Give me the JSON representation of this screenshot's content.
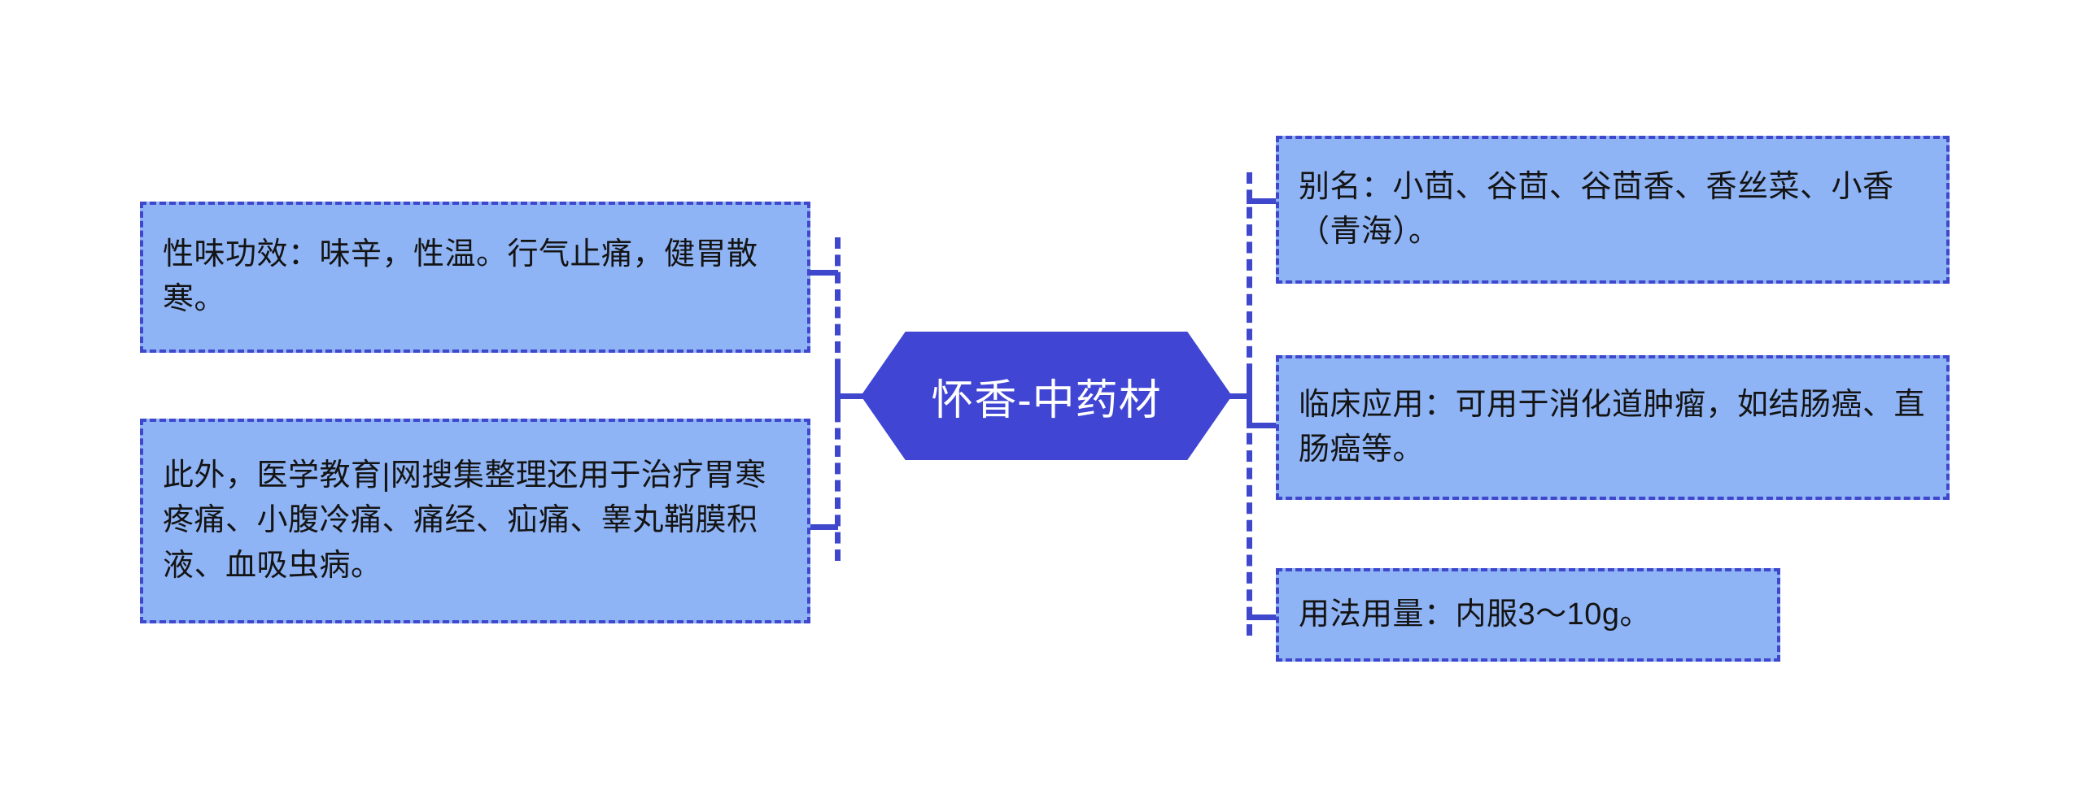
{
  "diagram": {
    "type": "mind-map",
    "center": {
      "label": "怀香-中药材",
      "shape": "hexagon",
      "fill": "#4046D3",
      "text_color": "#ffffff"
    },
    "style": {
      "node_fill": "#8FB4F5",
      "node_border": "#3F47CD",
      "connector_color": "#3F47CD",
      "connector_style": "dashed",
      "background": "#ffffff",
      "text_color": "#141414"
    },
    "branches": {
      "left": [
        {
          "id": "xingwei-gongxiao",
          "label": "性味功效：味辛，性温。行气止痛，健胃散寒。"
        },
        {
          "id": "ciwai-zhiliao",
          "label": "此外，医学教育|网搜集整理还用于治疗胃寒疼痛、小腹冷痛、痛经、疝痛、睾丸鞘膜积液、血吸虫病。"
        }
      ],
      "right": [
        {
          "id": "bieming",
          "label": "别名：小茴、谷茴、谷茴香、香丝菜、小香（青海）。"
        },
        {
          "id": "linchuang-yingyong",
          "label": "临床应用：可用于消化道肿瘤，如结肠癌、直肠癌等。"
        },
        {
          "id": "yongfa-yongliang",
          "label": "用法用量：内服3～10g。"
        }
      ]
    }
  }
}
